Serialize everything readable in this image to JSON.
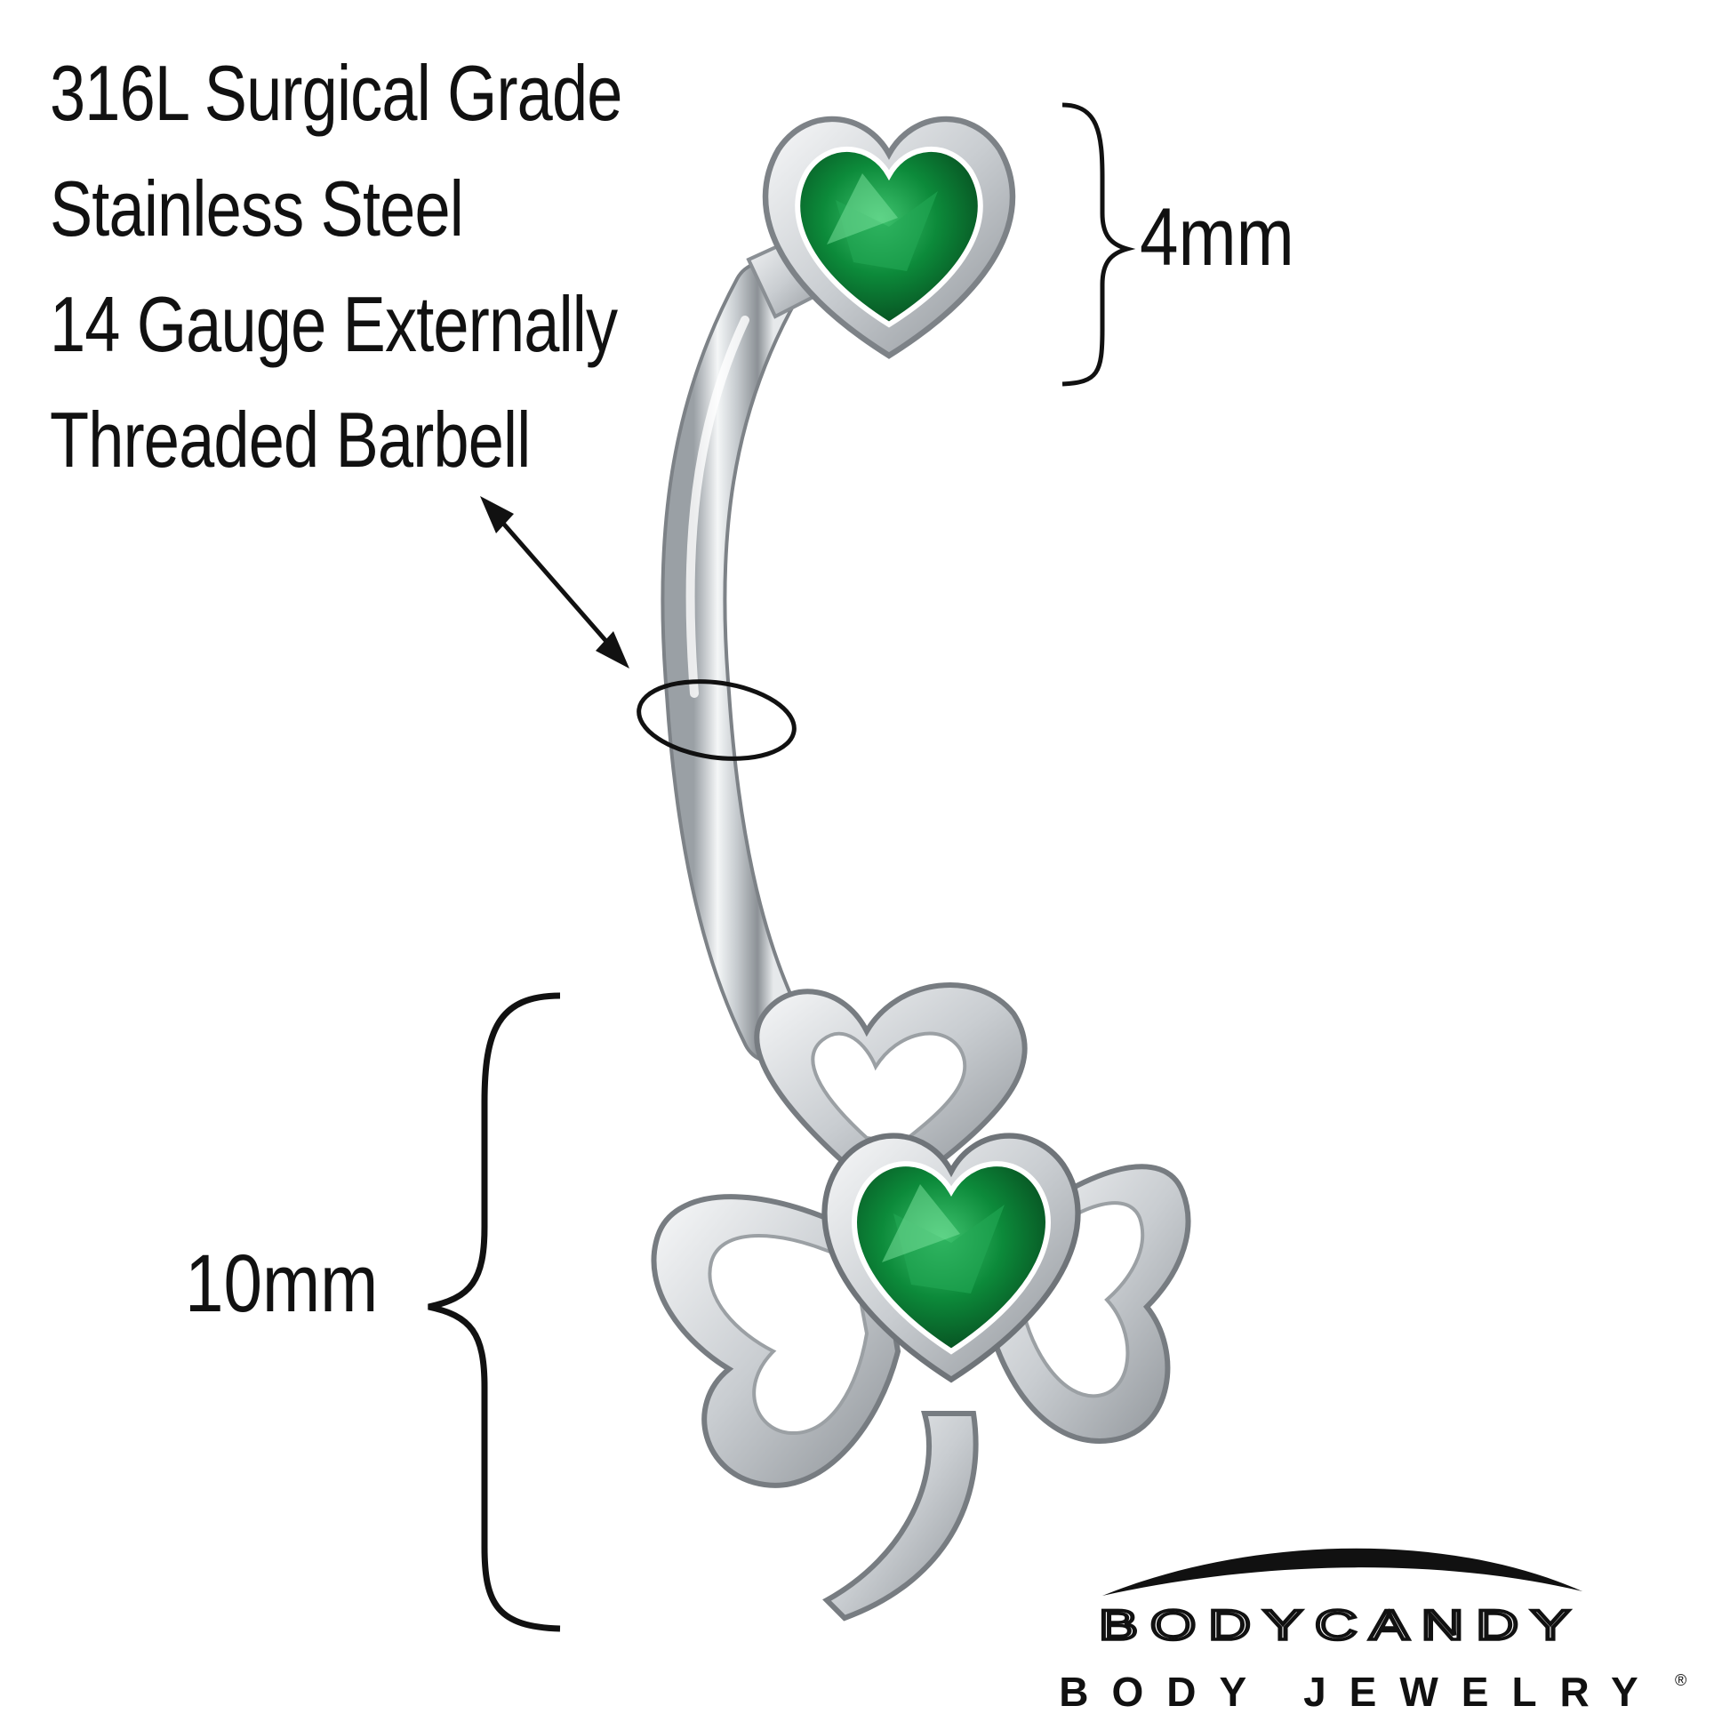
{
  "specs": {
    "lines": [
      "316L Surgical Grade",
      "Stainless Steel",
      "14 Gauge Externally",
      "Threaded Barbell"
    ]
  },
  "dimensions": {
    "top_gem": "4mm",
    "charm": "10mm"
  },
  "logo": {
    "wordmark": "BODYCANDY",
    "tagline": "BODY JEWELRY",
    "registered": "®"
  },
  "colors": {
    "gem": "#0c8a3a",
    "gem_dark": "#064d1f",
    "metal": "#d9dde0",
    "ink": "#111111"
  }
}
